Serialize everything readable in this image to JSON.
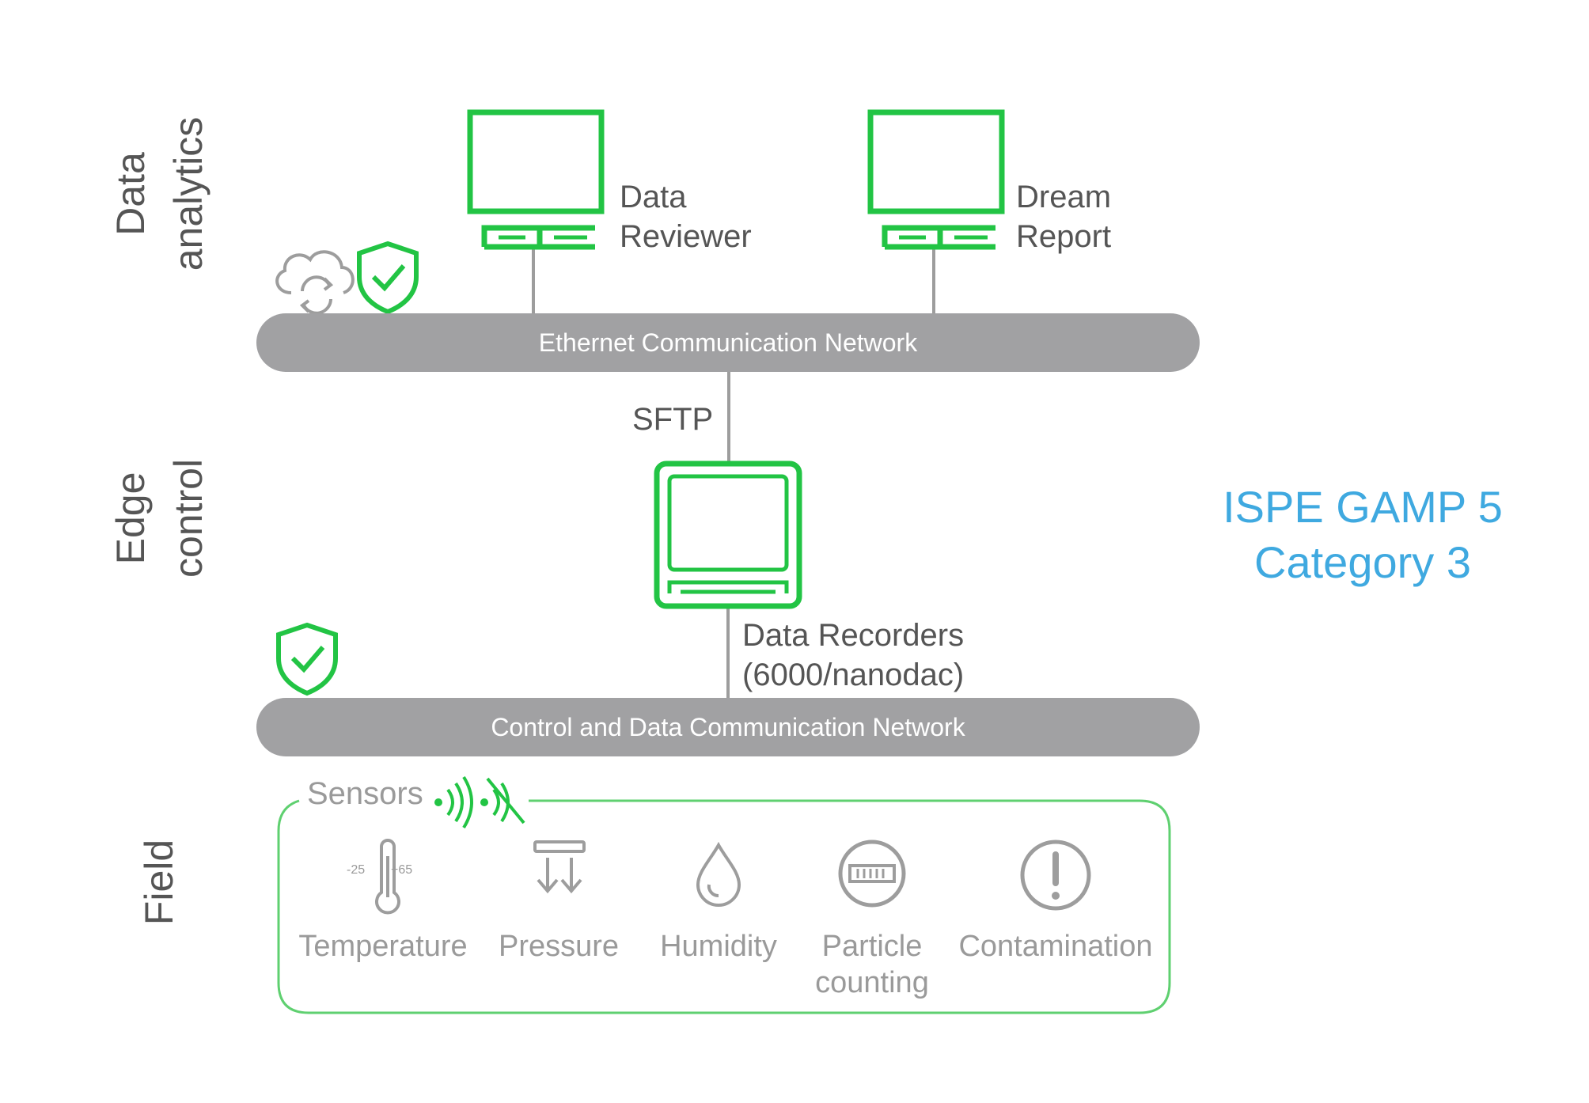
{
  "layers": {
    "data_analytics": [
      "Data",
      "analytics"
    ],
    "edge_control": [
      "Edge",
      "control"
    ],
    "field": "Field"
  },
  "apps": {
    "data_reviewer": [
      "Data",
      "Reviewer"
    ],
    "dream_report": [
      "Dream",
      "Report"
    ]
  },
  "networks": {
    "ethernet": "Ethernet Communication Network",
    "control": "Control and Data Communication Network"
  },
  "protocol": "SFTP",
  "recorder": [
    "Data Recorders",
    "(6000/nanodac)"
  ],
  "compliance": {
    "line1": "ISPE GAMP 5",
    "line2": "Category 3",
    "color": "#3fa9e0"
  },
  "sensors": {
    "title": "Sensors",
    "temperature": {
      "label": "Temperature",
      "range_min": "-25",
      "range_max": "+65"
    },
    "pressure": {
      "label": "Pressure"
    },
    "humidity": {
      "label": "Humidity"
    },
    "particle": {
      "label": [
        "Particle",
        "counting"
      ]
    },
    "contamination": {
      "label": "Contamination"
    }
  },
  "colors": {
    "accent_green": "#22c444",
    "network_grey": "#a1a1a3",
    "text_grey": "#555555",
    "sensor_grey": "#9a9a9a"
  },
  "icons": {
    "cloud": "cloud-sync-icon",
    "shield": "shield-check-icon",
    "monitor": "monitor-icon",
    "recorder": "data-recorder-icon",
    "wireless": "wireless-icon",
    "wireless_off": "wireless-off-icon",
    "thermometer": "thermometer-icon",
    "pressure": "pressure-icon",
    "droplet": "droplet-icon",
    "particle": "particle-counter-icon",
    "alert": "alert-icon"
  }
}
